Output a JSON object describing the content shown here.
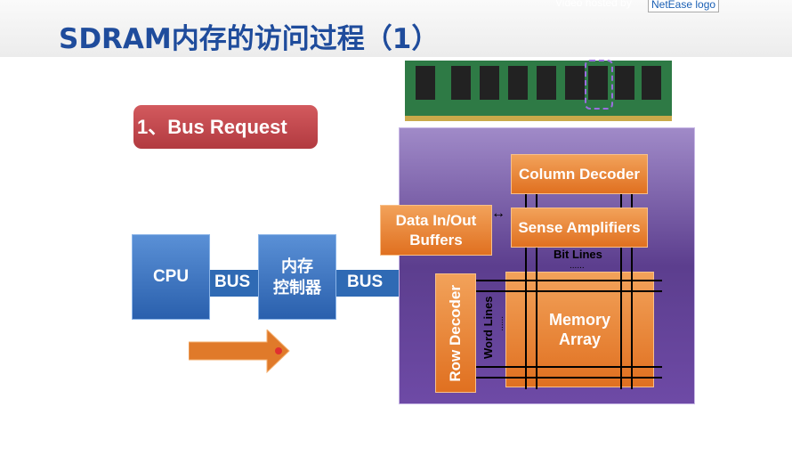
{
  "header": {
    "hosted_by": "Video hosted by",
    "logo_alt": "NetEase logo"
  },
  "slide": {
    "title": "SDRAM内存的访问过程（1）",
    "step": "1、Bus Request",
    "cpu": "CPU",
    "bus1": "BUS",
    "controller_line1": "内存",
    "controller_line2": "控制器",
    "bus2": "BUS",
    "column_decoder": "Column Decoder",
    "sense_amplifiers": "Sense Amplifiers",
    "data_buffers_line1": "Data In/Out",
    "data_buffers_line2": "Buffers",
    "bit_lines": "Bit Lines",
    "word_lines": "Word Lines",
    "row_decoder": "Row Decoder",
    "memory_array_line1": "Memory",
    "memory_array_line2": "Array",
    "dots": "......"
  }
}
